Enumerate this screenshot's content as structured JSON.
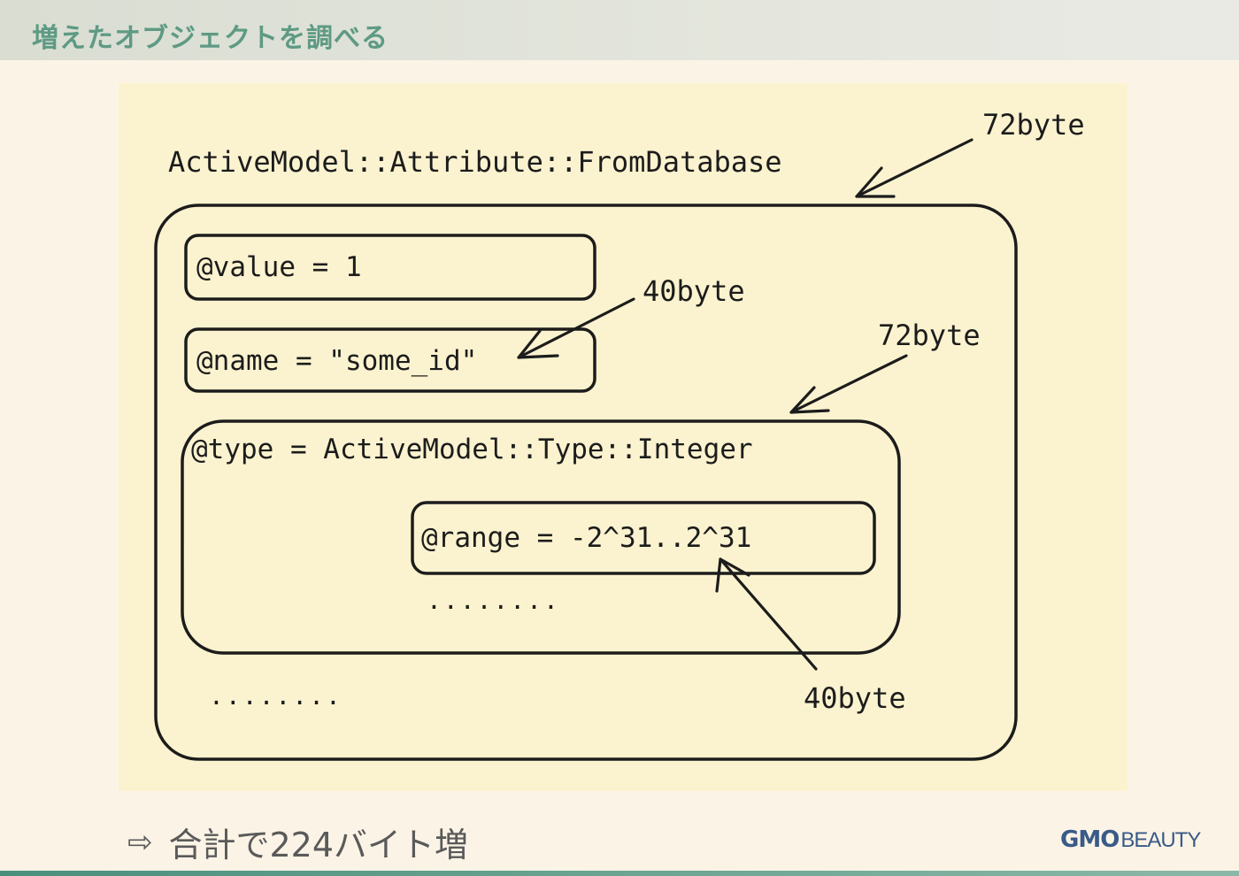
{
  "slide": {
    "title": "増えたオブジェクトを調べる",
    "summary": "合計で224バイト増",
    "summary_icon": "right-arrow-outline-icon",
    "brand": {
      "part1": "GMO",
      "part2": "BEAUTY"
    }
  },
  "diagram": {
    "class_label": "ActiveModel::Attribute::FromDatabase",
    "value_field": "@value = 1",
    "name_field": "@name = \"some_id\"",
    "type_field": "@type = ActiveModel::Type::Integer",
    "range_field": "@range = -2^31..2^31",
    "ellipsis_inner": "........",
    "ellipsis_outer": "........",
    "size_outer": "72byte",
    "size_name": "40byte",
    "size_type": "72byte",
    "size_range": "40byte"
  },
  "colors": {
    "title": "#5e9a84",
    "canvas": "#fbf3cf",
    "background": "#fbf4e6",
    "ink": "#1c1c1c",
    "brand": "#3a5a88"
  }
}
